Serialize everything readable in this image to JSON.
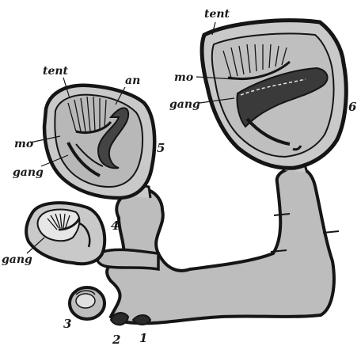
{
  "labels": {
    "tent_large": "tent",
    "mo_large": "mo",
    "gang_large": "gang",
    "num_6": "6",
    "tent_mid": "tent",
    "an_mid": "an",
    "mo_mid": "mo",
    "gang_mid": "gang",
    "num_5": "5",
    "num_4": "4",
    "gang_small": "gang",
    "num_3": "3",
    "num_2": "2",
    "num_1": "1"
  },
  "colors": {
    "stolon_fill": "#bdbdbd",
    "outline": "#151515",
    "body_fill": "#c9c9c9",
    "background": "#ffffff"
  },
  "icons": {
    "illustration": "bryozoan-colony-zooids-figure"
  }
}
